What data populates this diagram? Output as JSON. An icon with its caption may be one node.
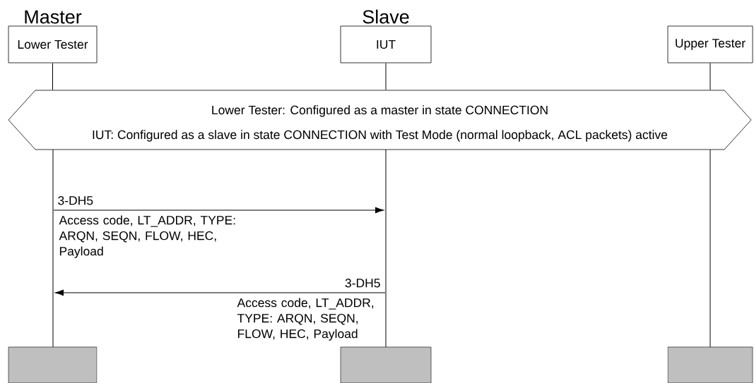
{
  "diagram": {
    "nodes": [
      {
        "text": [
          "Lower Tester"
        ],
        "beside": [
          "Master"
        ]
      },
      {
        "text": [
          "IUT"
        ],
        "beside": [
          "Slave"
        ]
      },
      {
        "text": [
          "Upper Tester"
        ]
      },
      {
        "text": [
          "Lower Tester: Configured as a master in state CONNECTION",
          "IUT: Configured as a slave in state CONNECTION with Test Mode (normal loopback, ACL packets) active"
        ]
      },
      {
        "text": [],
        "shape": "line"
      },
      {
        "text": [],
        "shape": "line"
      },
      {
        "text": [],
        "shape": "line"
      },
      {
        "text": [],
        "shape": "bar"
      },
      {
        "text": [],
        "shape": "bar"
      },
      {
        "text": [],
        "shape": "bar"
      }
    ],
    "edges": [
      {
        "from": 0,
        "to": 3,
        "arrow": "none"
      },
      {
        "from": 1,
        "to": 3,
        "arrow": "none"
      },
      {
        "from": 2,
        "to": 3,
        "arrow": "none"
      },
      {
        "from": 4,
        "to": 5,
        "arrow": "to",
        "label": "3-DH5"
      },
      {
        "from": 5,
        "to": 4,
        "arrow": "to",
        "label": "3-DH5"
      }
    ],
    "labels": [
      "Access code, LT_ADDR, TYPE: ARQN, SEQN, FLOW, HEC, Payload",
      "Access code, LT_ADDR, TYPE: ARQN, SEQN, FLOW, HEC, Payload"
    ]
  }
}
